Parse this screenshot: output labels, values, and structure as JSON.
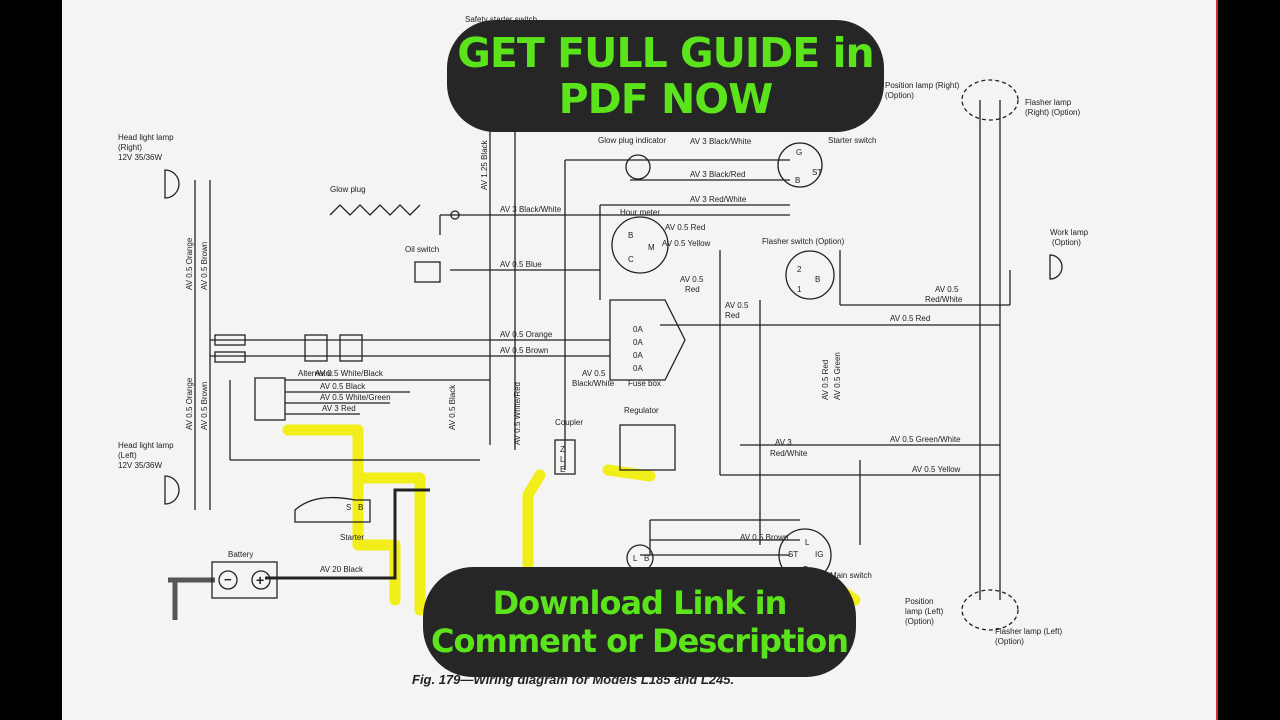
{
  "banner_top": {
    "line1": "GET FULL GUIDE in",
    "line2": "PDF NOW"
  },
  "banner_bottom": {
    "line1": "Download Link in",
    "line2": "Comment or Description"
  },
  "caption": "Fig. 179—Wiring diagram for Models L185 and L245.",
  "colors": {
    "banner_bg": "#262626",
    "banner_text": "#5be31c",
    "highlight": "#f1ee1a"
  },
  "components": {
    "safety_starter_switch": "Safety starter switch",
    "head_light_right": [
      "Head light lamp",
      "(Right)",
      "12V 35/36W"
    ],
    "head_light_left": [
      "Head light lamp",
      "(Left)",
      "12V 35/36W"
    ],
    "glow_plug": "Glow plug",
    "oil_switch": "Oil switch",
    "glow_plug_indicator": "Glow plug indicator",
    "starter_switch": "Starter switch",
    "hour_meter": "Hour meter",
    "flasher_switch": "Flasher switch (Option)",
    "fuse_box": "Fuse box",
    "alternator": "Alternator",
    "coupler": "Coupler",
    "regulator": "Regulator",
    "starter": "Starter",
    "battery": "Battery",
    "main_switch": "Main switch",
    "position_lamp_right": [
      "Position lamp (Right)",
      "(Option)"
    ],
    "flasher_lamp_right": [
      "Flasher lamp",
      "(Right) (Option)"
    ],
    "work_lamp": [
      "Work lamp",
      "(Option)"
    ],
    "position_lamp_left": [
      "Position",
      "lamp (Left)",
      "(Option)"
    ],
    "flasher_lamp_left": "Flasher lamp (Left)",
    "flasher_lamp_left_option": "(Option)"
  },
  "wires": {
    "glow_feed": "AV 3 Black/White",
    "indicator_feed": "AV 3 Black/White",
    "starter_red": "AV 3 Black/Red",
    "starter_redwhite": "AV 3 Red/White",
    "hour_red": "AV 0.5 Red",
    "hour_yb": "AV 0.5 Yellow",
    "oil_blue": "AV 0.5 Blue",
    "orange": "AV 0.5 Orange",
    "brown": "AV 0.5 Brown",
    "alt_wb": "AV 0.5 White/Black",
    "alt_black": "AV 0.5 Black",
    "alt_wg": "AV 0.5 White/Green",
    "alt_red": "AV 3 Red",
    "battery": "AV 20 Black",
    "fuse_bw": [
      "AV 0.5",
      "Black/White"
    ],
    "fuse_red": [
      "AV 0.5",
      "Red"
    ],
    "work_rw": [
      "AV 0.5",
      "Red/White"
    ],
    "work_red": "AV 0.5 Red",
    "green_white": "AV 0.5 Green/White",
    "yellow": "AV 0.5 Yellow",
    "av3_rw": [
      "AV 3",
      "Red/White"
    ],
    "main_brown": "AV 0.5 Brown",
    "vert_black": "AV 1.25 Black",
    "vert_orange": "AV 0.5 Orange",
    "vert_brown": "AV 0.5 Brown",
    "vert_black2": "AV 0.5 Black",
    "vert_wr": "AV 0.5 White/Red",
    "vert_red": "AV 0.5 Red",
    "vert_green": "AV 0.5 Green",
    "hour_av05": "AV 0.5",
    "hour_red2": "Red"
  },
  "terminals": {
    "fuse": [
      "0A",
      "0A",
      "0A",
      "0A"
    ],
    "starter_switch": [
      "G",
      "B",
      "ST"
    ],
    "hour_meter": [
      "B",
      "M",
      "C"
    ],
    "flasher_switch": [
      "2",
      "B",
      "1"
    ],
    "main_switch": [
      "L",
      "B",
      "IG",
      "ST"
    ],
    "coupler": [
      "Z",
      "L",
      "E"
    ],
    "starter": [
      "S",
      "B"
    ],
    "lamp_lb": [
      "L",
      "B"
    ]
  }
}
